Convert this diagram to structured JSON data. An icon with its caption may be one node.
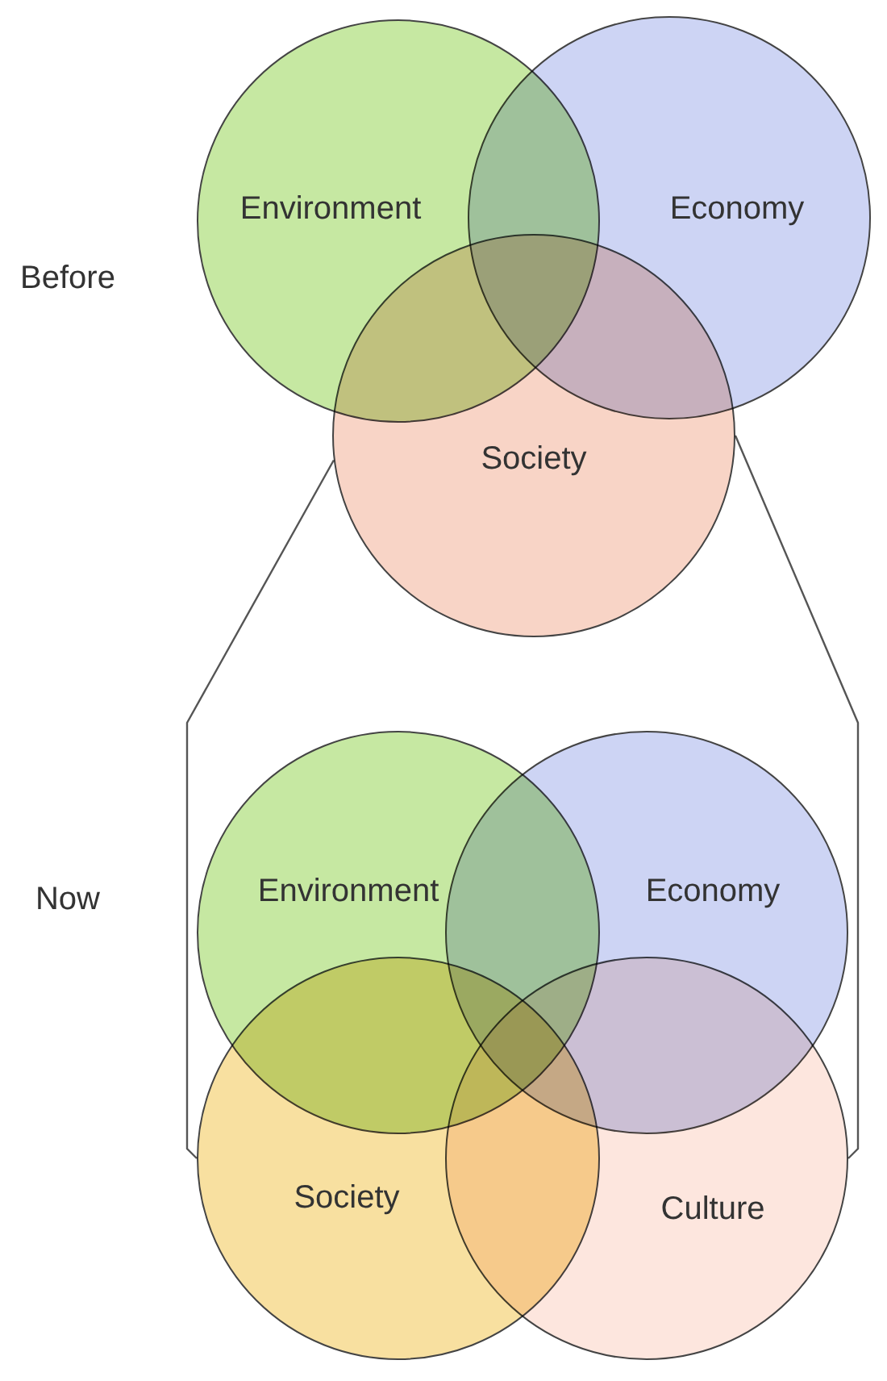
{
  "diagram": {
    "nodes": [
      {
        "text": [
          "Environment"
        ]
      },
      {
        "text": [
          "Economy"
        ]
      },
      {
        "text": [
          "Society"
        ]
      },
      {
        "text": [
          "Environment"
        ]
      },
      {
        "text": [
          "Economy"
        ]
      },
      {
        "text": [
          "Society"
        ]
      },
      {
        "text": [
          "Culture"
        ]
      }
    ],
    "edges": [
      {
        "from": 2,
        "to": 5,
        "arrow": "none"
      },
      {
        "from": 2,
        "to": 6,
        "arrow": "none"
      }
    ],
    "labels": [
      "Before",
      "Now"
    ]
  }
}
